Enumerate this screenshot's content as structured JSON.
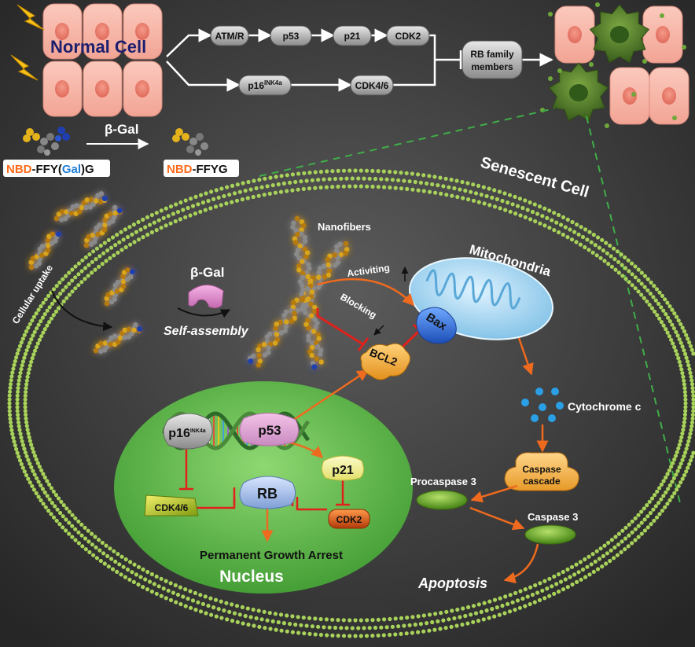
{
  "top": {
    "normal_cell": "Normal Cell",
    "pathway": {
      "atm": "ATM/R",
      "p53": "p53",
      "p21": "p21",
      "cdk2": "CDK2",
      "p16_main": "p16",
      "p16_sup": "INK4a",
      "cdk46": "CDK4/6",
      "rb_line1": "RB family",
      "rb_line2": "members"
    },
    "bgal_label": "β-Gal",
    "probe": {
      "left_nbd": "NBD",
      "left_mid": "-FFY(",
      "left_gal": "Gal",
      "left_end": ")G",
      "right_nbd": "NBD",
      "right_end": "-FFYG"
    }
  },
  "senescent_cell_label": "Senescent Cell",
  "cytoplasm": {
    "cellular_uptake": "Cellular uptake",
    "bgal": "β-Gal",
    "self_assembly": "Self-assembly",
    "nanofibers": "Nanofibers",
    "activiting": "Activiting",
    "blocking": "Blocking",
    "mitochondria": "Mitochondria",
    "bax": "Bax",
    "bcl2": "BCL2",
    "cytochrome": "Cytochrome c",
    "caspase_line1": "Caspase",
    "caspase_line2": "cascade",
    "procaspase": "Procaspase 3",
    "caspase3": "Caspase 3",
    "apoptosis": "Apoptosis"
  },
  "nucleus": {
    "p16_main": "p16",
    "p16_sup": "INK4a",
    "p53": "p53",
    "p21": "p21",
    "rb": "RB",
    "cdk46": "CDK4/6",
    "cdk2": "CDK2",
    "arrest": "Permanent Growth Arrest",
    "label": "Nucleus"
  },
  "colors": {
    "background": "#2f2f2f",
    "normal_cell": "#f6b5a8",
    "senescent_cell": "#4f7a28",
    "membrane_dot": "#a8d25a",
    "nucleus_fill": "#59b545",
    "inhibit": "#e0211c",
    "activate": "#ee6a1e",
    "nbd": "#ff6a1a",
    "gal": "#1f7fd6"
  }
}
